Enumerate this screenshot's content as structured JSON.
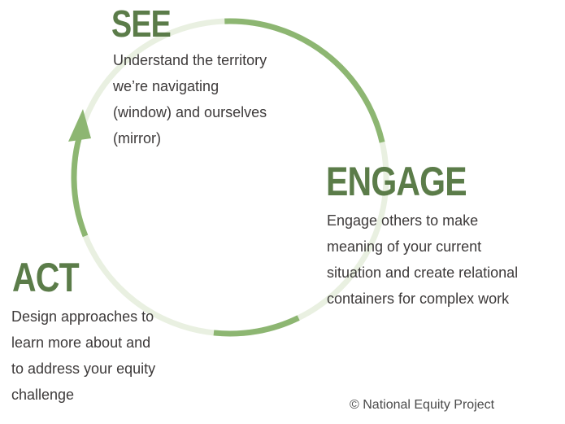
{
  "colors": {
    "track": "#e9f0e1",
    "arc": "#8db672",
    "title": "#5b7c49",
    "text": "#3d3a3a"
  },
  "stages": [
    {
      "title": "SEE",
      "lines": [
        "Understand the territory",
        "we’re navigating",
        "(window) and ourselves",
        "(mirror)"
      ]
    },
    {
      "title": "ENGAGE",
      "lines": [
        "Engage others to make",
        "meaning of your current",
        "situation and create relational",
        "containers for complex work"
      ]
    },
    {
      "title": "ACT",
      "lines": [
        "Design approaches to",
        "learn more about and",
        "to address your equity",
        "challenge"
      ]
    }
  ],
  "credit": "© National Equity Project"
}
